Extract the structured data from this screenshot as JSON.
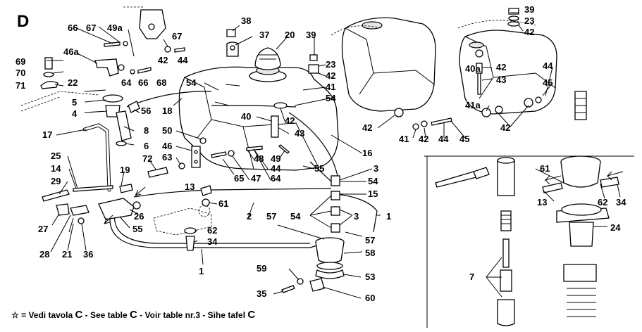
{
  "diagram": {
    "section_letter": "D",
    "callouts": [
      "66",
      "67",
      "49a",
      "38",
      "37",
      "20",
      "39",
      "23",
      "42",
      "39",
      "23",
      "42",
      "46a",
      "67",
      "42",
      "44",
      "69",
      "70",
      "71",
      "64",
      "66",
      "68",
      "22",
      "5",
      "4",
      "54",
      "18",
      "56",
      "41",
      "54",
      "40a",
      "42",
      "43",
      "44",
      "45",
      "17",
      "8",
      "40",
      "42",
      "43",
      "42",
      "41a",
      "50",
      "6",
      "46",
      "63",
      "48",
      "49",
      "16",
      "41",
      "42",
      "44",
      "45",
      "42",
      "25",
      "72",
      "14",
      "19",
      "29",
      "44",
      "65",
      "47",
      "64",
      "55",
      "3",
      "54",
      "13",
      "61",
      "15",
      "27",
      "26",
      "55",
      "2",
      "54",
      "3",
      "1",
      "28",
      "21",
      "36",
      "62",
      "57",
      "57",
      "58",
      "61",
      "13",
      "62",
      "34",
      "24",
      "34",
      "1",
      "59",
      "53",
      "7",
      "35",
      "60"
    ],
    "footnote": {
      "star": "☆",
      "parts": [
        {
          "text": " = Vedi tavola ",
          "c": "C"
        },
        {
          "text": " - See table ",
          "c": "C"
        },
        {
          "text": " - Voir table nr.3 - Sihe tafel ",
          "c": "C"
        }
      ]
    }
  }
}
